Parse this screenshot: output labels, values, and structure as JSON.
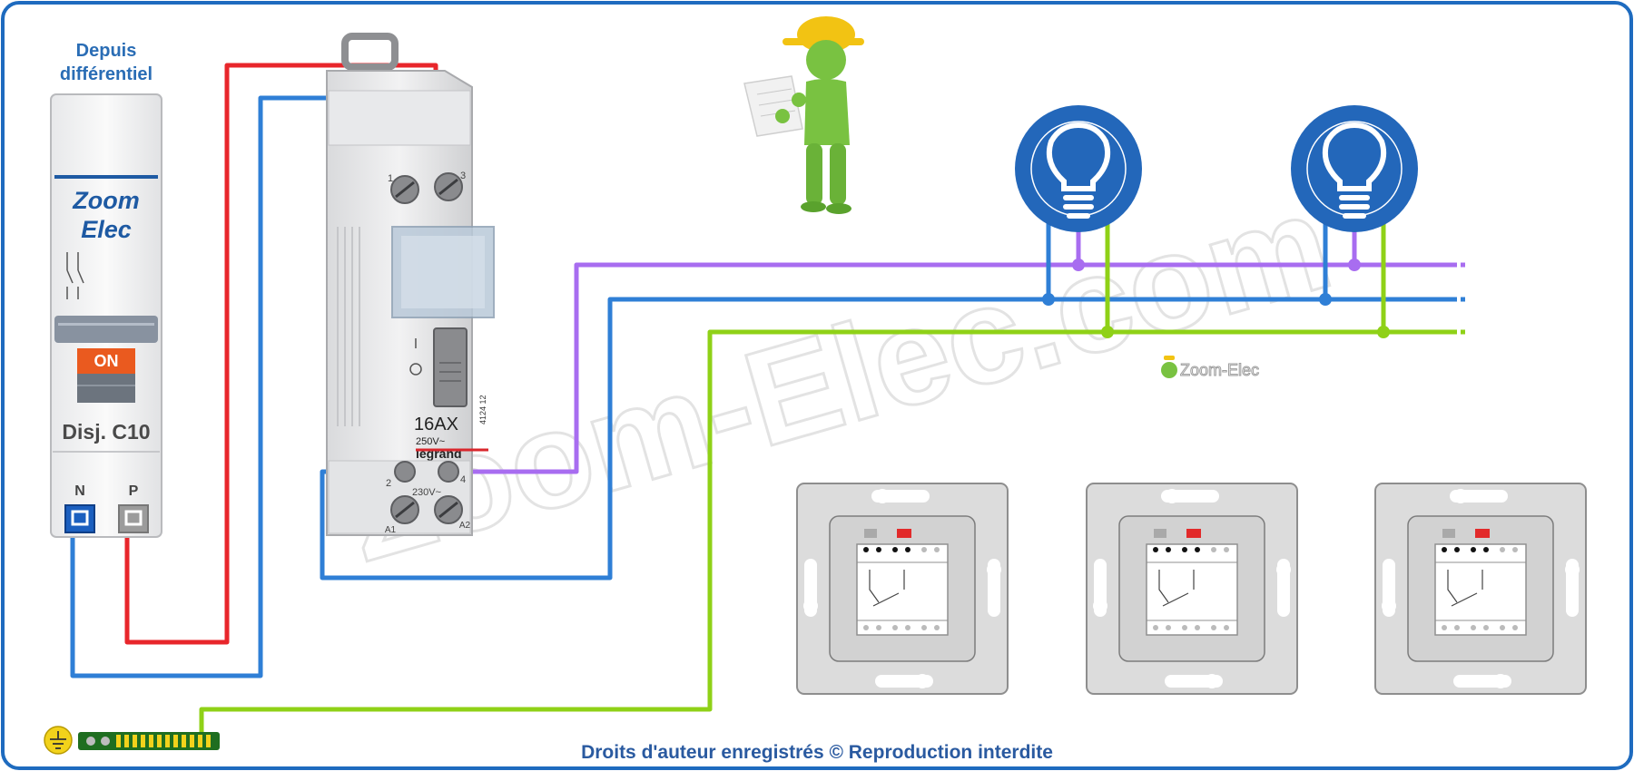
{
  "header": {
    "source_label_line1": "Depuis",
    "source_label_line2": "différentiel"
  },
  "breaker": {
    "brand_line1": "Zoom",
    "brand_line2": "Elec",
    "on_label": "ON",
    "name": "Disj. C10",
    "terminal_n": "N",
    "terminal_p": "P"
  },
  "relay": {
    "terminal_1": "1",
    "terminal_3": "3",
    "marking_i": "I",
    "marking_o": "O",
    "rating": "16AX",
    "voltage": "250V~",
    "brand": "legrand",
    "ref": "4124 12",
    "terminal_2": "2",
    "terminal_4": "4",
    "coil_voltage": "230V~",
    "terminal_a1": "A1",
    "terminal_a2": "A2"
  },
  "watermark": {
    "large": "Zoom-Elec.com",
    "small": "Zoom-Elec"
  },
  "footer": {
    "copyright": "Droits d'auteur enregistrés © Reproduction interdite"
  },
  "colors": {
    "border": "#1e6bbf",
    "phase": "#e8262b",
    "neutral": "#2f7fd6",
    "return": "#a86df0",
    "earth": "#8fd117",
    "lamp": "#2367ba",
    "label_blue": "#2a6db5"
  }
}
